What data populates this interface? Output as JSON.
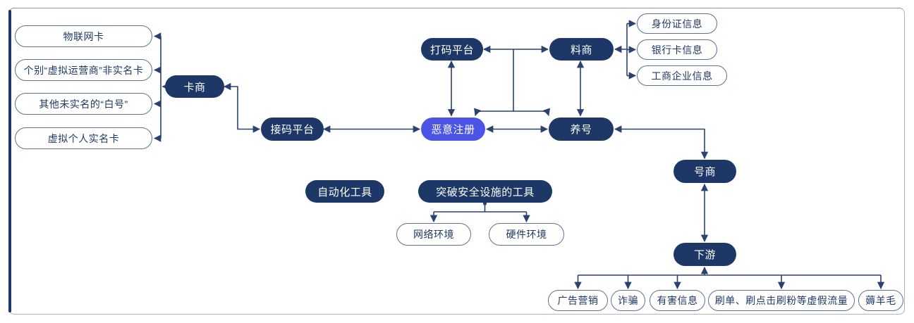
{
  "colors": {
    "node_bg": "#1d3766",
    "highlight_bg": "#4b55e5",
    "pill_border": "#5d719b",
    "pill_text": "#1f3864",
    "connector": "#2b4170",
    "frame_border": "#b3b3b3"
  },
  "nodes": {
    "card_merchant": "卡商",
    "sms_platform": "接码平台",
    "captcha_platform": "打码平台",
    "data_merchant": "料商",
    "malicious_registration": "恶意注册",
    "account_farming": "养号",
    "account_merchant": "号商",
    "downstream": "下游",
    "automation_tools": "自动化工具",
    "security_breaking_tools": "突破安全设施的工具"
  },
  "pills": {
    "iot_card": "物联网卡",
    "virtual_operator_card": "个别“虚拟运营商”非实名卡",
    "unverified_white_number": "其他未实名的“白号”",
    "virtual_personal_card": "虚拟个人实名卡",
    "id_info": "身份证信息",
    "bank_card_info": "银行卡信息",
    "business_info": "工商企业信息",
    "network_env": "网络环境",
    "hardware_env": "硬件环境",
    "ad_marketing": "广告营销",
    "fraud": "诈骗",
    "harmful_info": "有害信息",
    "fake_traffic": "刷单、刷点击刷粉等虚假流量",
    "wool_party": "薅羊毛"
  },
  "edges": [
    {
      "from": "卡商",
      "to": "物联网卡/个别“虚拟运营商”非实名卡/其他未实名的“白号”/虚拟个人实名卡",
      "style": "fan-left"
    },
    {
      "from": "卡商",
      "to": "接码平台",
      "style": "double-arrow-elbow"
    },
    {
      "from": "接码平台",
      "to": "恶意注册",
      "style": "double-arrow"
    },
    {
      "from": "打码平台",
      "to": "恶意注册",
      "style": "double-arrow"
    },
    {
      "from": "打码平台",
      "to": "料商",
      "style": "double-arrow"
    },
    {
      "from": "打码平台/料商连线",
      "to": "恶意注册, 养号",
      "style": "stem-branches"
    },
    {
      "from": "料商",
      "to": "身份证信息/银行卡信息/工商企业信息",
      "style": "fan-right"
    },
    {
      "from": "料商",
      "to": "养号",
      "style": "double-arrow"
    },
    {
      "from": "恶意注册",
      "to": "养号",
      "style": "double-arrow"
    },
    {
      "from": "养号",
      "to": "号商",
      "style": "double-arrow-elbow"
    },
    {
      "from": "号商",
      "to": "下游",
      "style": "double-arrow"
    },
    {
      "from": "下游",
      "to": "广告营销/诈骗/有害信息/刷单、刷点击刷粉等虚假流量/薅羊毛",
      "style": "fan-down"
    },
    {
      "from": "突破安全设施的工具",
      "to": "网络环境/硬件环境",
      "style": "fan-down"
    }
  ]
}
